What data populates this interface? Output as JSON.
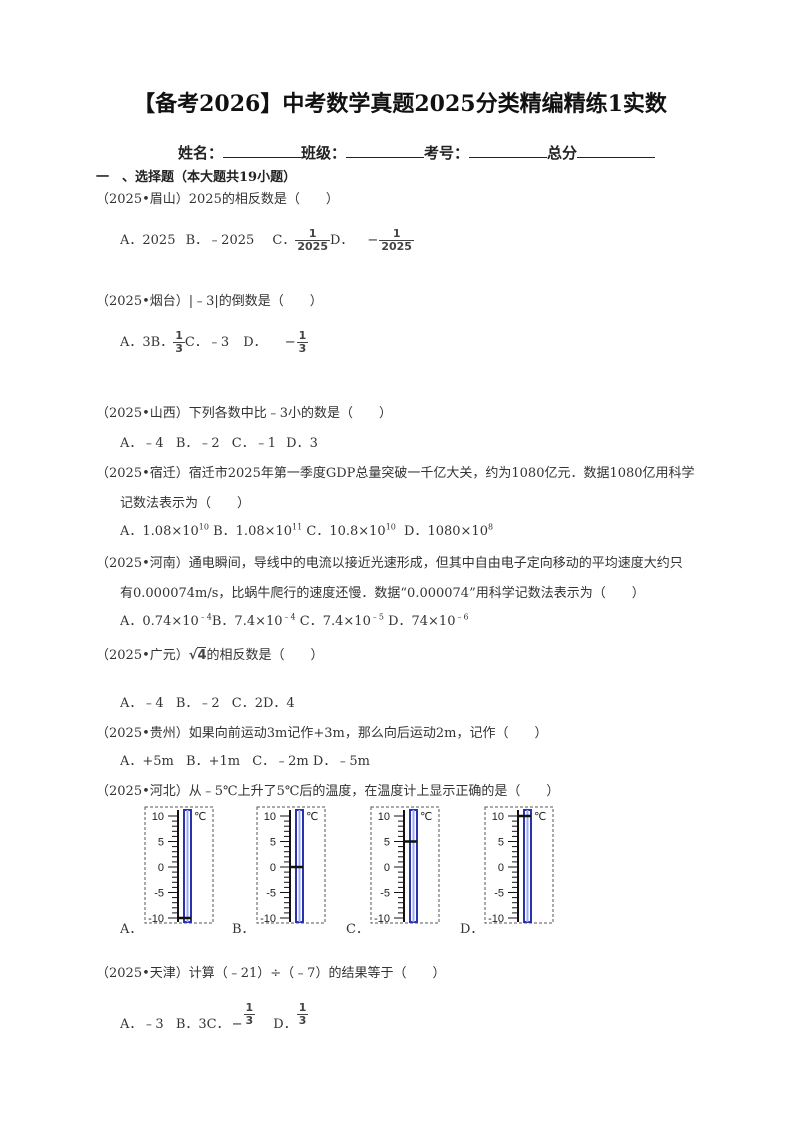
{
  "title": "【备考2026】中考数学真题2025分类精编精练1实数",
  "info": {
    "name_label": "姓名：",
    "class_label": "班级：",
    "exam_no_label": "考号：",
    "total_label": "总分"
  },
  "section": "一　、选择题（本大题共19小题）",
  "questions": [
    {
      "stem": "（2025•眉山）2025的相反数是（　　）",
      "opts": {
        "a": "A．2025",
        "b": "B．﹣2025",
        "c": "C．",
        "d": "D．"
      },
      "frac_c": {
        "num": "1",
        "den": "2025"
      },
      "frac_d": {
        "sign": "−",
        "num": "1",
        "den": "2025"
      }
    },
    {
      "stem": "（2025•烟台）|﹣3|的倒数是（　　）",
      "opts": {
        "a": "A．3",
        "b": "B．",
        "c": "C．﹣3",
        "d": "D．"
      },
      "frac_b": {
        "num": "1",
        "den": "3"
      },
      "frac_d": {
        "sign": "−",
        "num": "1",
        "den": "3"
      }
    },
    {
      "stem": "（2025•山西）下列各数中比﹣3小的数是（　　）",
      "opts": {
        "a": "A．﹣4",
        "b": "B．﹣2",
        "c": "C．﹣1",
        "d": "D．3"
      }
    },
    {
      "stem": "（2025•宿迁）宿迁市2025年第一季度GDP总量突破一千亿大关，约为1080亿元．数据1080亿用科学",
      "stem2": "记数法表示为（　　）",
      "opts": {
        "a": "A．1.08×10",
        "a_sup": "10",
        "b": "B．1.08×10",
        "b_sup": "11",
        "c": "C．10.8×10",
        "c_sup": "10",
        "d": "D．1080×10",
        "d_sup": "8"
      }
    },
    {
      "stem": "（2025•河南）通电瞬间，导线中的电流以接近光速形成，但其中自由电子定向移动的平均速度大约只",
      "stem2": "有0.000074m/s，比蜗牛爬行的速度还慢．数据“0.000074”用科学记数法表示为（　　）",
      "opts": {
        "a": "A．0.74×10",
        "a_sup": "﹣4",
        "b": "B．7.4×10",
        "b_sup": "﹣4",
        "c": "C．7.4×10",
        "c_sup": "﹣5",
        "d": "D．74×10",
        "d_sup": "﹣6"
      }
    },
    {
      "stem_pre": "（2025•广元）",
      "sqrt": "4",
      "stem_post": "的相反数是（　　）",
      "opts": {
        "a": "A．﹣4",
        "b": "B．﹣2",
        "c": "C．2",
        "d": "D．4"
      }
    },
    {
      "stem": "（2025•贵州）如果向前运动3m记作+3m，那么向后运动2m，记作（　　）",
      "opts": {
        "a": "A．+5m",
        "b": "B．+1m",
        "c": "C．﹣2m",
        "d": "D．﹣5m"
      }
    },
    {
      "stem": "（2025•河北）从﹣5℃上升了5℃后的温度，在温度计上显示正确的是（　　）",
      "opts": {
        "a": "A．",
        "b": "B．",
        "c": "C．",
        "d": "D．"
      },
      "thermo_labels": [
        "10",
        "5",
        "0",
        "-5",
        "-10"
      ],
      "thermo_unit": "℃",
      "thermo_levels": [
        -10,
        0,
        5,
        10
      ]
    },
    {
      "stem": "（2025•天津）计算（﹣21）÷（﹣7）的结果等于（　　）",
      "opts": {
        "a": "A．﹣3",
        "b": "B．3",
        "c": "C．",
        "d": "D．"
      },
      "frac_c": {
        "sign": "−",
        "num": "1",
        "den": "3"
      },
      "frac_d": {
        "num": "1",
        "den": "3"
      }
    }
  ]
}
